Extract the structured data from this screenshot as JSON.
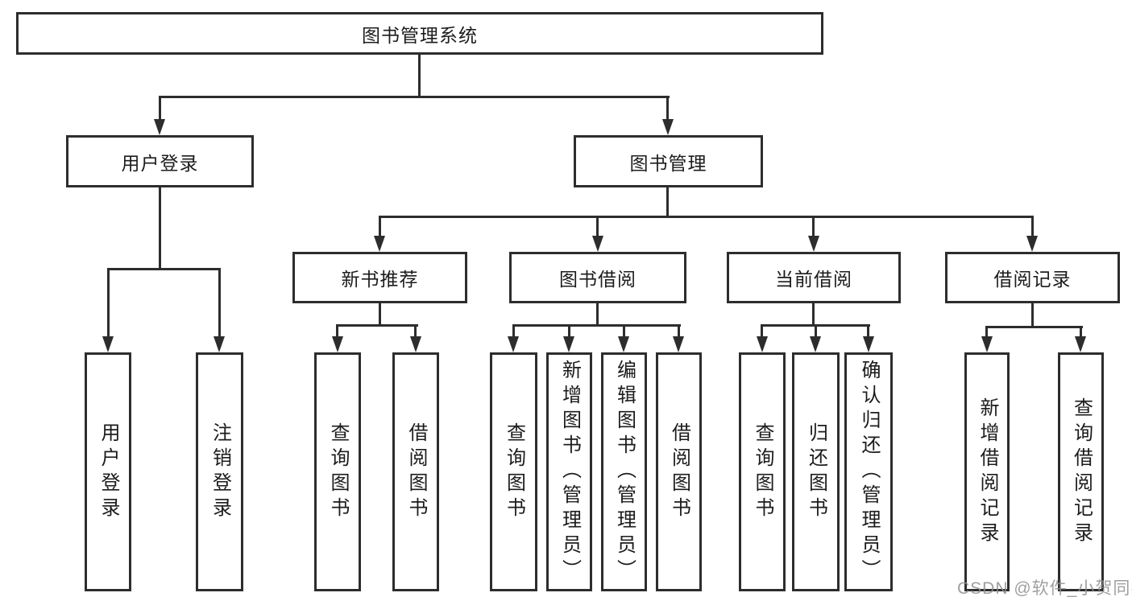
{
  "diagram": {
    "root": {
      "label": "图书管理系统"
    },
    "branches": [
      {
        "label": "用户登录",
        "children": [
          {
            "label": "用户登录"
          },
          {
            "label": "注销登录"
          }
        ]
      },
      {
        "label": "图书管理",
        "children": [
          {
            "label": "新书推荐",
            "children": [
              {
                "label": "查询图书"
              },
              {
                "label": "借阅图书"
              }
            ]
          },
          {
            "label": "图书借阅",
            "children": [
              {
                "label": "查询图书"
              },
              {
                "label": "新增图书（管理员）"
              },
              {
                "label": "编辑图书（管理员）"
              },
              {
                "label": "借阅图书"
              }
            ]
          },
          {
            "label": "当前借阅",
            "children": [
              {
                "label": "查询图书"
              },
              {
                "label": "归还图书"
              },
              {
                "label": "确认归还（管理员）"
              }
            ]
          },
          {
            "label": "借阅记录",
            "children": [
              {
                "label": "新增借阅记录"
              },
              {
                "label": "查询借阅记录"
              }
            ]
          }
        ]
      }
    ]
  },
  "watermark": {
    "text": "CSDN @软件_小贺同学"
  },
  "colors": {
    "line": "#2d2d2d",
    "text": "#1c1c1c",
    "background": "#ffffff",
    "watermark": "#8e8e8e"
  }
}
